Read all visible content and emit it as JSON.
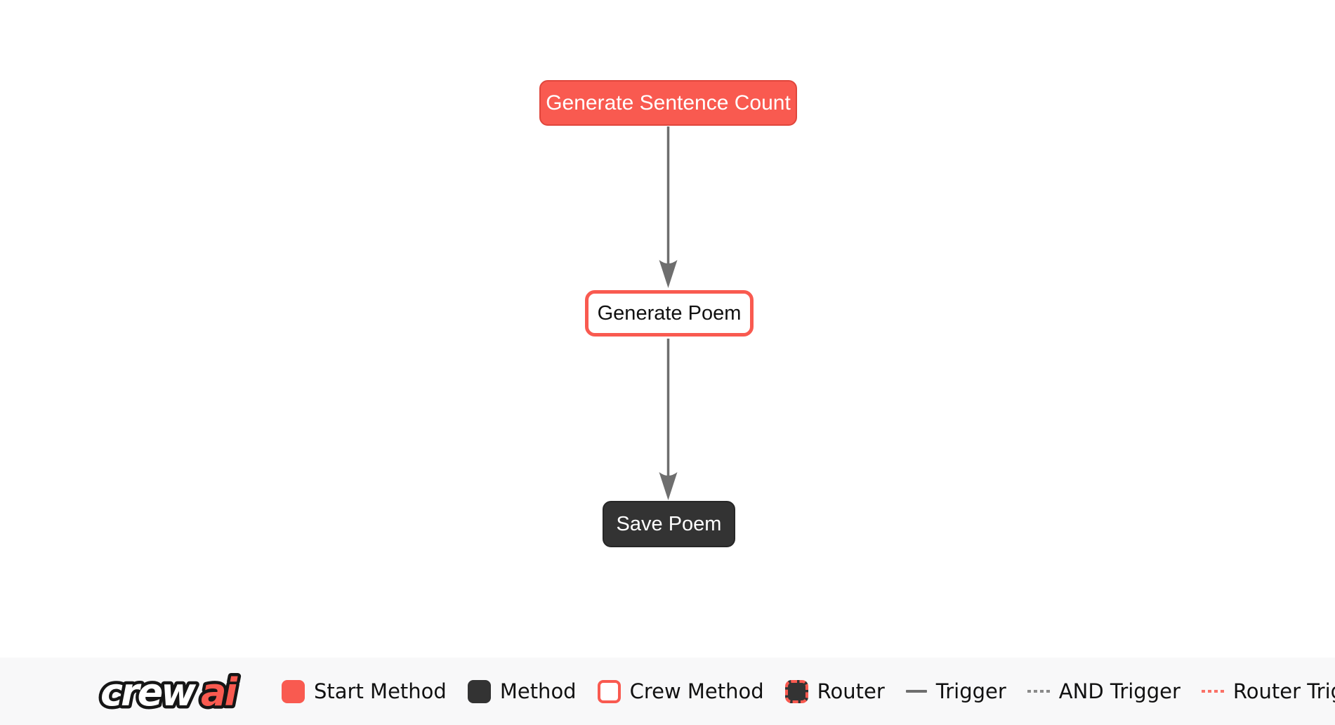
{
  "colors": {
    "accent-red": "#F95A50",
    "accent-red-dark": "#E0463C",
    "node-dark": "#333333",
    "node-dark-border": "#262626",
    "edge-gray": "#6E6E6E",
    "legend-bg": "#F8F8F9",
    "dash-gray": "#8A8A8A",
    "dash-red": "#FA7167",
    "text-dark": "#111111"
  },
  "flow": {
    "nodes": [
      {
        "label": "Generate Sentence Count",
        "type": "start-method"
      },
      {
        "label": "Generate Poem",
        "type": "crew-method"
      },
      {
        "label": "Save Poem",
        "type": "method"
      }
    ],
    "edges": [
      {
        "from": "Generate Sentence Count",
        "to": "Generate Poem",
        "type": "trigger"
      },
      {
        "from": "Generate Poem",
        "to": "Save Poem",
        "type": "trigger"
      }
    ]
  },
  "legend": {
    "logo": {
      "crew": "crew",
      "ai": "ai"
    },
    "items": [
      {
        "label": "Start Method",
        "swatch": "start-method"
      },
      {
        "label": "Method",
        "swatch": "method"
      },
      {
        "label": "Crew Method",
        "swatch": "crew-method"
      },
      {
        "label": "Router",
        "swatch": "router"
      },
      {
        "label": "Trigger",
        "swatch": "trigger-line"
      },
      {
        "label": "AND Trigger",
        "swatch": "and-trigger-line"
      },
      {
        "label": "Router Trigger",
        "swatch": "router-trigger-line"
      }
    ]
  }
}
